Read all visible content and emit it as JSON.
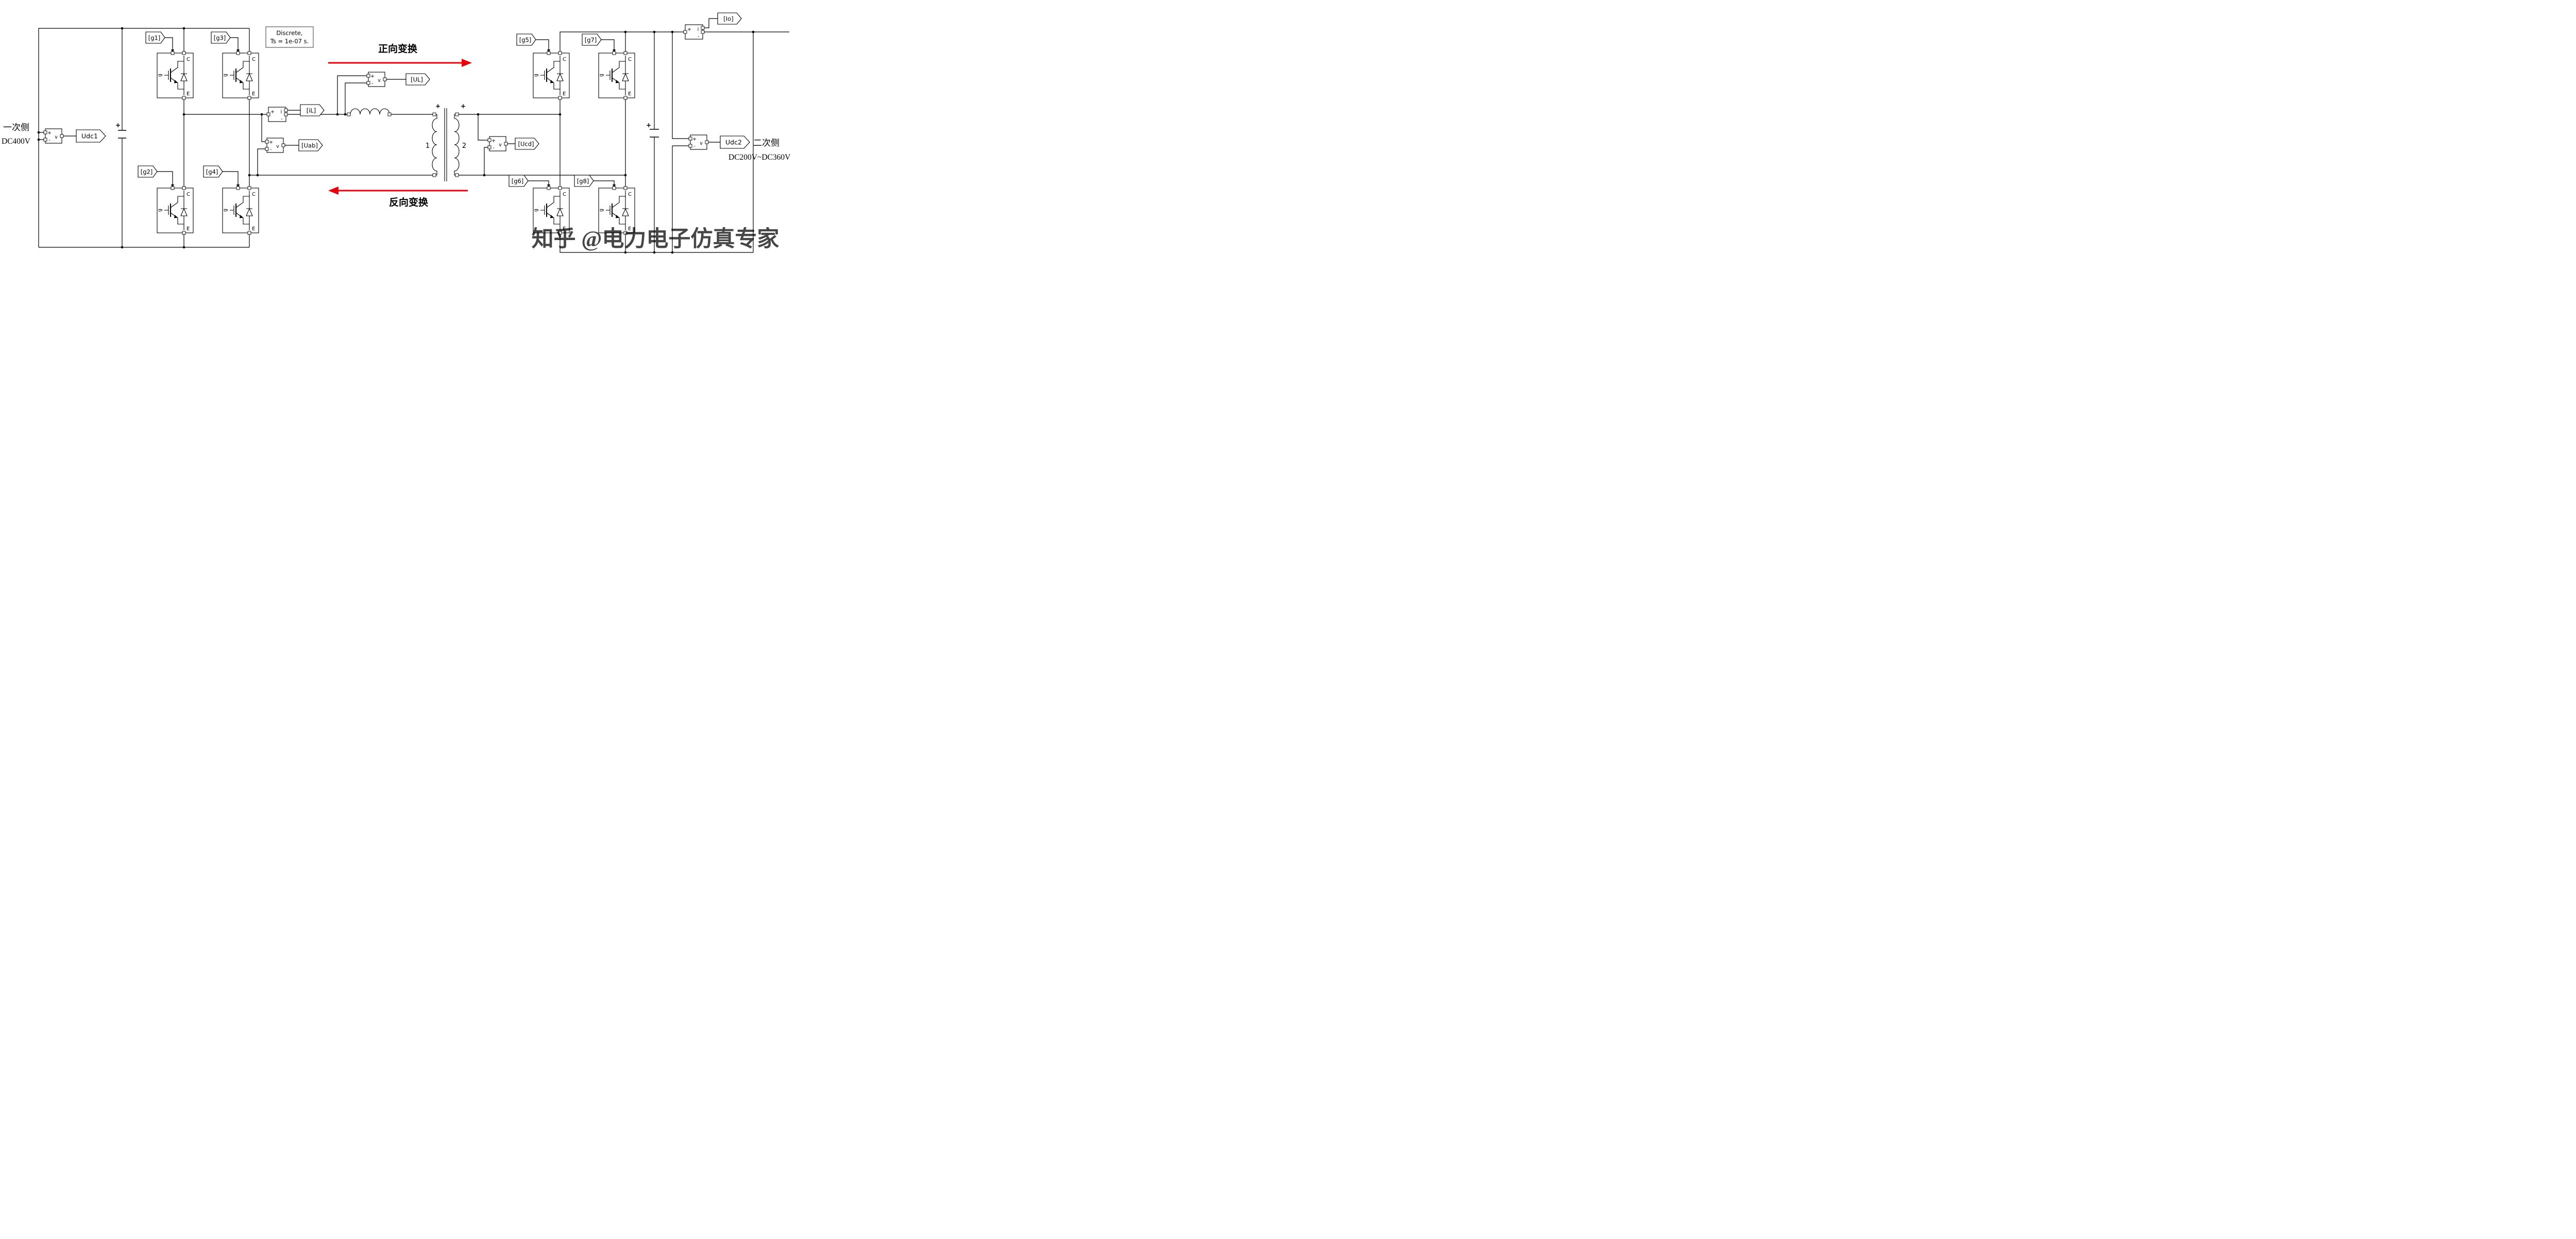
{
  "annotations": {
    "primary_side": "一次侧",
    "primary_voltage": "DC400V",
    "secondary_side": "二次侧",
    "secondary_voltage": "DC200V~DC360V",
    "forward_label": "正向变换",
    "reverse_label": "反向变换",
    "watermark": "知乎 @电力电子仿真专家"
  },
  "powergui": {
    "line1": "Discrete,",
    "line2": "Ts = 1e-07 s."
  },
  "tags": {
    "g1": "[g1]",
    "g2": "[g2]",
    "g3": "[g3]",
    "g4": "[g4]",
    "g5": "[g5]",
    "g6": "[g6]",
    "g7": "[g7]",
    "g8": "[g8]",
    "il": "[iL]",
    "ul": "[UL]",
    "uab": "[Uab]",
    "ucd": "[Ucd]",
    "io": "[Io]",
    "udc1": "Udc1",
    "udc2": "Udc2"
  },
  "ports": {
    "gate": "g",
    "collector": "C",
    "emitter": "E",
    "plus": "+",
    "minus": "-",
    "voltage": "v",
    "current": "i"
  },
  "transformer": {
    "winding1": "1",
    "winding2": "2"
  },
  "colors": {
    "wire": "#000000",
    "arrow_red": "#e8000b",
    "powergui_text": "#2323cc",
    "polarity_red": "#cc2222",
    "watermark_gray": "#a0a0a0"
  }
}
